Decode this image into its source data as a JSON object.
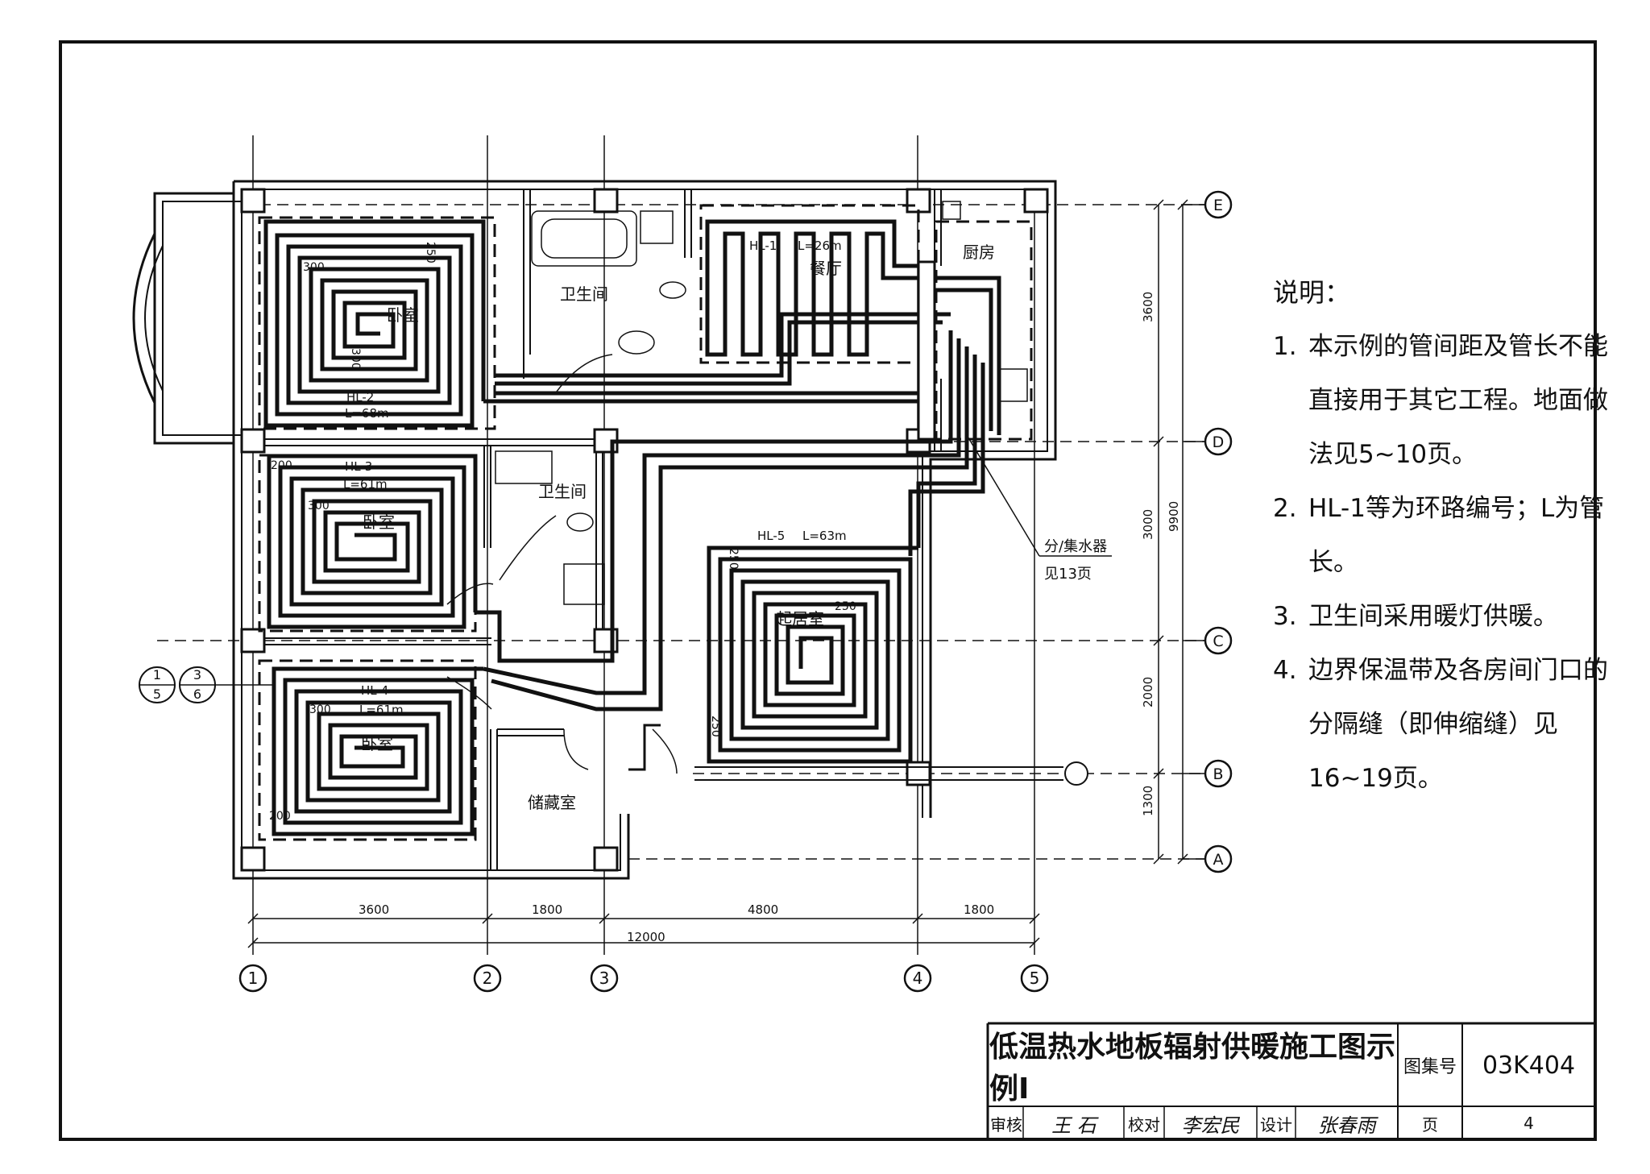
{
  "rooms": {
    "bedroom_1": "卧室",
    "bedroom_2": "卧室",
    "bedroom_3": "卧室",
    "bathroom_1": "卫生间",
    "bathroom_2": "卫生间",
    "dining": "餐厅",
    "kitchen": "厨房",
    "living": "起居室",
    "storage": "储藏室"
  },
  "loops": {
    "hl1_name": "HL-1",
    "hl1_len": "L=26m",
    "hl2_name": "HL-2",
    "hl2_len": "L=68m",
    "hl3_name": "HL-3",
    "hl3_len": "L=61m",
    "hl4_name": "HL-4",
    "hl4_len": "L=61m",
    "hl5_name": "HL-5",
    "hl5_len": "L=63m"
  },
  "spacing": {
    "s250a": "250",
    "s300a": "300",
    "s300b": "300",
    "s200a": "200",
    "s300c": "300",
    "s300d": "300",
    "s200b": "200",
    "s250b": "250",
    "s250c": "250",
    "s250d": "250"
  },
  "manifold": {
    "line1": "分/集水器",
    "line2": "见13页"
  },
  "axes": {
    "x1": "1",
    "x2": "2",
    "x3": "3",
    "x4": "4",
    "x5": "5",
    "ya": "A",
    "yb": "B",
    "yc": "C",
    "yd": "D",
    "ye": "E"
  },
  "dims": {
    "x_3600": "3600",
    "x_1800a": "1800",
    "x_4800": "4800",
    "x_1800b": "1800",
    "x_total": "12000",
    "y_3600": "3600",
    "y_3000": "3000",
    "y_2000": "2000",
    "y_1300": "1300",
    "y_total": "9900"
  },
  "section_marks": {
    "a_top": "1",
    "a_bot": "5",
    "b_top": "3",
    "b_bot": "6"
  },
  "notes": {
    "title": "说明：",
    "items": [
      {
        "n": "1.",
        "text": "本示例的管间距及管长不能直接用于其它工程。地面做法见5~10页。"
      },
      {
        "n": "2.",
        "text": "HL-1等为环路编号；L为管长。"
      },
      {
        "n": "3.",
        "text": "卫生间采用暖灯供暖。"
      },
      {
        "n": "4.",
        "text": "边界保温带及各房间门口的分隔缝（即伸缩缝）见16~19页。"
      }
    ]
  },
  "title_block": {
    "title": "低温热水地板辐射供暖施工图示例Ⅰ",
    "atlas_label": "图集号",
    "atlas_no": "03K404",
    "review_label": "审核",
    "review_sign": "王 石",
    "check_label": "校对",
    "check_sign": "李宏民",
    "design_label": "设计",
    "design_sign": "张春雨",
    "page_label": "页",
    "page_no": "4"
  }
}
